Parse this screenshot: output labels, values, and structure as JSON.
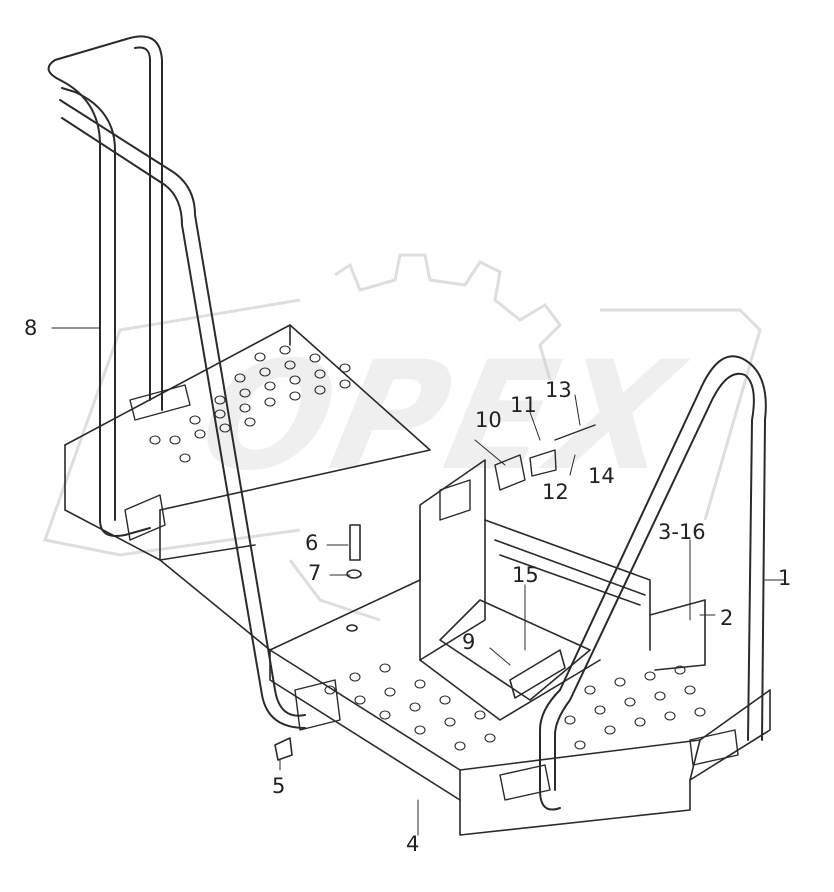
{
  "diagram": {
    "callouts": [
      {
        "id": "c1",
        "text": "1"
      },
      {
        "id": "c2",
        "text": "2"
      },
      {
        "id": "c3",
        "text": "3-16"
      },
      {
        "id": "c4",
        "text": "4"
      },
      {
        "id": "c5",
        "text": "5"
      },
      {
        "id": "c6",
        "text": "6"
      },
      {
        "id": "c7",
        "text": "7"
      },
      {
        "id": "c8",
        "text": "8"
      },
      {
        "id": "c9",
        "text": "9"
      },
      {
        "id": "c10",
        "text": "10"
      },
      {
        "id": "c11",
        "text": "11"
      },
      {
        "id": "c12",
        "text": "12"
      },
      {
        "id": "c13",
        "text": "13"
      },
      {
        "id": "c14",
        "text": "14"
      },
      {
        "id": "c15",
        "text": "15"
      }
    ],
    "watermark": "OPEX",
    "colors": {
      "line": "#2a2a2a",
      "watermark": "#d6d6d6"
    }
  }
}
